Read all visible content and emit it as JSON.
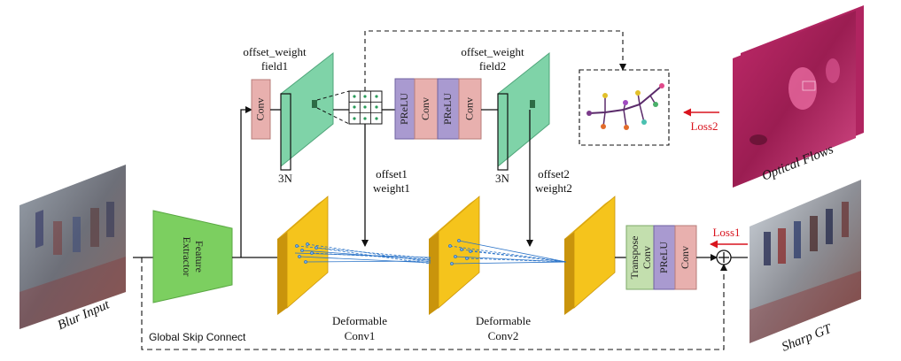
{
  "labels": {
    "blur_input": "Blur Input",
    "feature_extractor_l1": "Feature",
    "feature_extractor_l2": "Extractor",
    "global_skip": "Global Skip Connect",
    "field1_l1": "offset_weight",
    "field1_l2": "field1",
    "field2_l1": "offset_weight",
    "field2_l2": "field2",
    "n3_a": "3N",
    "n3_b": "3N",
    "ow1_l1": "offset1",
    "ow1_l2": "weight1",
    "ow2_l1": "offset2",
    "ow2_l2": "weight2",
    "dc1_l1": "Deformable",
    "dc1_l2": "Conv1",
    "dc2_l1": "Deformable",
    "dc2_l2": "Conv2",
    "optical_flows": "Optical Flows",
    "sharp_gt": "Sharp GT",
    "loss1": "Loss1",
    "loss2": "Loss2"
  },
  "blocks": {
    "conv_a": "Conv",
    "prelu_1": "PReLU",
    "conv_b": "Conv",
    "prelu_2": "PReLU",
    "conv_c": "Conv",
    "transpose_l1": "Transpose",
    "transpose_l2": "Conv",
    "prelu_3": "PReLU",
    "conv_d": "Conv"
  },
  "colors": {
    "conv_pink": "#e8b0ae",
    "prelu_purple": "#a99ad0",
    "transpose_green": "#c3dfae",
    "feature_green": "#7ccf60",
    "field_teal": "#7fd3a8",
    "deform_yellow": "#f5c41c",
    "loss_red": "#d9141e",
    "link_blue": "#2a73c8"
  },
  "icons": [
    "blur-input-image-icon",
    "optical-flow-image-icon",
    "sharp-gt-image-icon",
    "sum-operator-icon",
    "kernel-grid-icon",
    "offset-graph-icon"
  ]
}
